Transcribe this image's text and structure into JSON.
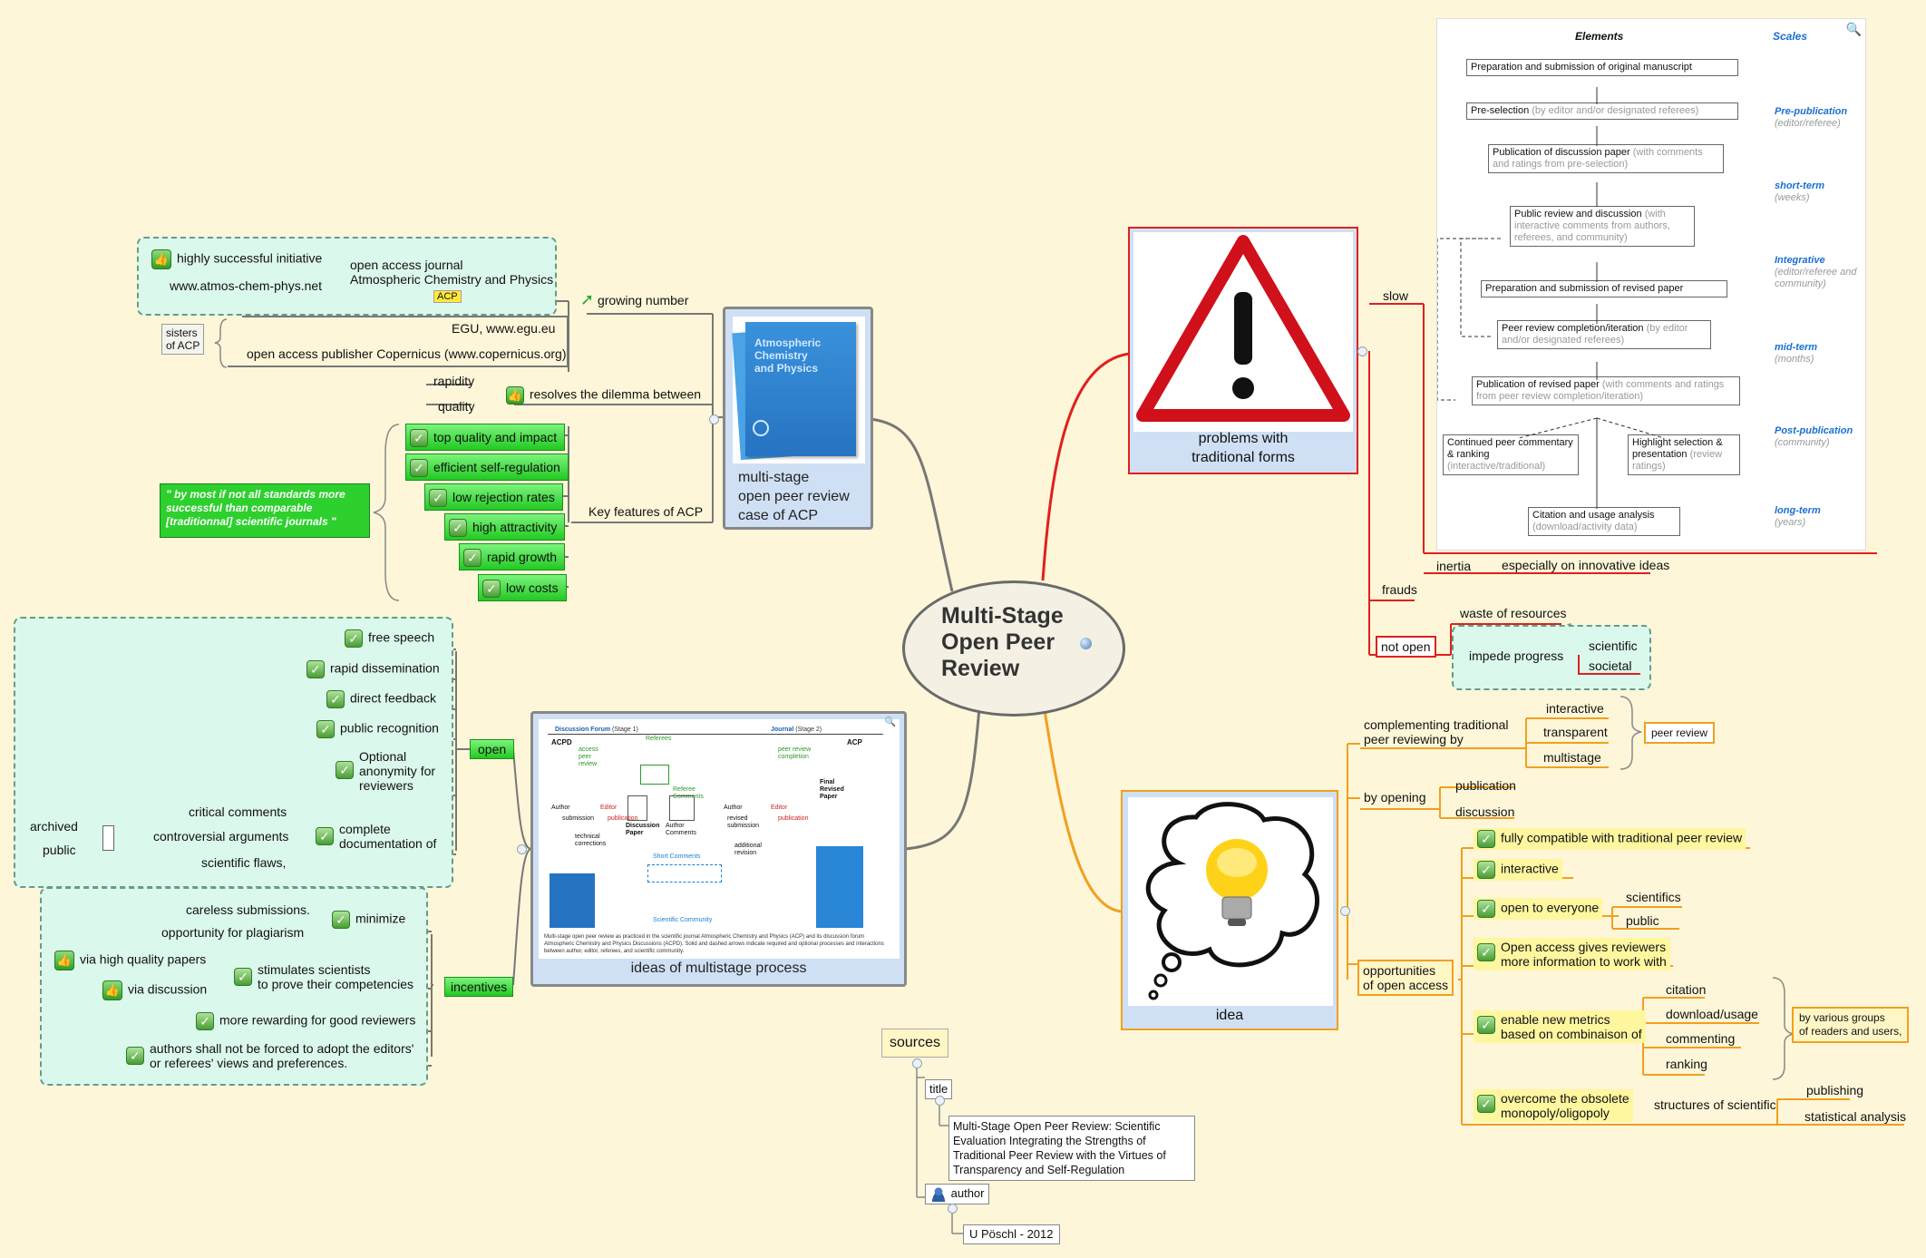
{
  "central": {
    "title_line1": "Multi-Stage",
    "title_line2": "Open Peer",
    "title_line3": "Review"
  },
  "acp": {
    "caption_line1": "multi-stage",
    "caption_line2": "open peer review",
    "caption_line3": "case of ACP",
    "cover_title_line1": "Atmospheric",
    "cover_title_line2": "Chemistry",
    "cover_title_line3": "and Physics",
    "growing_number": "growing number",
    "highly_successful": "highly successful initiative",
    "journal_line1": "open access journal",
    "journal_line2": "Atmospheric Chemistry and Physics",
    "website": "www.atmos-chem-phys.net",
    "acp_tag": "ACP",
    "sisters_line1": "sisters",
    "sisters_line2": "of ACP",
    "egu": "EGU, www.egu.eu",
    "copernicus": "open access publisher Copernicus (www.copernicus.org)",
    "resolves": "resolves the dilemma between",
    "rapidity": "rapidity",
    "quality": "quality",
    "key_features": "Key features of ACP",
    "features": [
      "top quality and impact",
      "efficient self-regulation",
      "low rejection rates",
      "high attractivity",
      "rapid growth",
      "low costs"
    ],
    "quote": "\" by most if not all standards more successful than comparable [traditionnal] scientific journals  \""
  },
  "open": {
    "label": "open",
    "items": [
      "free speech",
      "rapid dissemination",
      "direct feedback",
      "public recognition"
    ],
    "anonymity_line1": "Optional",
    "anonymity_line2": "anonymity for",
    "anonymity_line3": "reviewers",
    "complete_line1": "complete",
    "complete_line2": "documentation of",
    "docs": [
      "critical comments",
      "controversial arguments",
      "scientific flaws,"
    ],
    "archived": "archived",
    "public": "public"
  },
  "incentives": {
    "label": "incentives",
    "minimize": "minimize",
    "careless": "careless submissions.",
    "plagiarism": "opportunity for plagiarism",
    "stim_line1": "stimulates scientists",
    "stim_line2": "to prove their competencies",
    "hq_papers": "via high quality papers",
    "via_discussion": "via discussion",
    "rewarding": "more rewarding for good reviewers",
    "authors_line1": "authors shall not be forced to adopt the editors'",
    "authors_line2": "or referees' views and preferences."
  },
  "process": {
    "caption": "ideas of multistage process",
    "forum": "Discussion Forum",
    "stage1": "(Stage 1)",
    "journal": "Journal",
    "stage2": "(Stage 2)",
    "acpd": "ACPD",
    "acp": "ACP",
    "referees": "Referees",
    "access": "access peer review",
    "peer_review_completion": "peer review completion",
    "author": "Author",
    "editor": "Editor",
    "submission": "submission",
    "publication": "publication",
    "referee_comments": "Referee Comments",
    "author_comments": "Author Comments",
    "discussion_paper": "Discussion Paper",
    "short_comments": "Short Comments",
    "technical": "technical corrections",
    "revised": "revised submission",
    "additional": "additional revision",
    "final": "Final Revised Paper",
    "community": "Scientific Community",
    "caption_small": "Multi-stage open peer review as practiced in the scientific journal Atmospheric Chemistry and Physics (ACP) and its discussion forum Atmospheric Chemistry and Physics Discussions (ACPD). Solid and dashed arrows indicate required and optional processes and interactions between author, editor, referees, and scientific community."
  },
  "problems": {
    "caption_line1": "problems with",
    "caption_line2": "traditional forms",
    "slow": "slow",
    "inertia": "inertia",
    "innovative": "especially on innovative ideas",
    "frauds": "frauds",
    "not_open": "not open",
    "waste": "waste of resources",
    "impede": "impede progress",
    "scientific": "scientific",
    "societal": "societal"
  },
  "elements_table": {
    "header_elements": "Elements",
    "header_scales": "Scales",
    "rows": [
      {
        "main": "Preparation and submission of original manuscript",
        "sub": ""
      },
      {
        "main": "Pre-selection",
        "sub": "(by editor and/or designated referees)"
      },
      {
        "main": "Publication of discussion paper",
        "sub": "(with comments and ratings from pre-selection)"
      },
      {
        "main": "Public review and discussion",
        "sub": "(with interactive comments from authors, referees, and community)"
      },
      {
        "main": "Preparation and submission of revised paper",
        "sub": ""
      },
      {
        "main": "Peer review completion/iteration",
        "sub": "(by editor and/or designated referees)"
      },
      {
        "main": "Publication of revised paper",
        "sub": "(with comments and ratings from peer review completion/iteration)"
      },
      {
        "main": "Continued peer commentary & ranking",
        "sub": "(interactive/traditional)"
      },
      {
        "main": "Highlight selection & presentation",
        "sub": "(review ratings)"
      },
      {
        "main": "Citation and usage analysis",
        "sub": "(download/activity data)"
      }
    ],
    "scales": [
      {
        "main": "Pre-publication",
        "sub": "(editor/referee)"
      },
      {
        "main": "short-term",
        "sub": "(weeks)"
      },
      {
        "main": "Integrative",
        "sub": "(editor/referee and community)"
      },
      {
        "main": "mid-term",
        "sub": "(months)"
      },
      {
        "main": "Post-publication",
        "sub": "(community)"
      },
      {
        "main": "long-term",
        "sub": "(years)"
      }
    ]
  },
  "idea": {
    "caption": "idea",
    "complementing_line1": "complementing traditional",
    "complementing_line2": "peer reviewing by",
    "modes": [
      "interactive",
      "transparent",
      "multistage"
    ],
    "peer_review": "peer review",
    "by_opening": "by opening",
    "opening_items": [
      "publication",
      "discussion"
    ],
    "opps_line1": "opportunities",
    "opps_line2": "of open access",
    "compatible": "fully compatible with traditional peer review",
    "interactive": "interactive",
    "everyone": "open to everyone",
    "everyone_items": [
      "scientifics",
      "public"
    ],
    "oa_line1": "Open access gives reviewers",
    "oa_line2": "more information to work with",
    "metrics_line1": "enable new metrics",
    "metrics_line2": "based on combinaison of",
    "metrics": [
      "citation",
      "download/usage",
      "commenting",
      "ranking"
    ],
    "groups_line1": "by various groups",
    "groups_line2": "of readers and users,",
    "overcome_line1": "overcome the obsolete",
    "overcome_line2": "monopoly/oligopoly",
    "structures": "structures of scientific",
    "structures_items": [
      "publishing",
      "statistical analysis"
    ]
  },
  "sources": {
    "label": "sources",
    "title": "title",
    "title_text": "Multi-Stage Open Peer Review: Scientific Evaluation Integrating the Strengths of Traditional Peer Review with the Virtues of Transparency and Self-Regulation",
    "author": "author",
    "author_text": "U Pöschl - 2012"
  },
  "colors": {
    "red": "#e0201e",
    "orange": "#f0a020",
    "grey": "#777777",
    "green": "#2fcf2f",
    "background": "#fdf6d8"
  }
}
